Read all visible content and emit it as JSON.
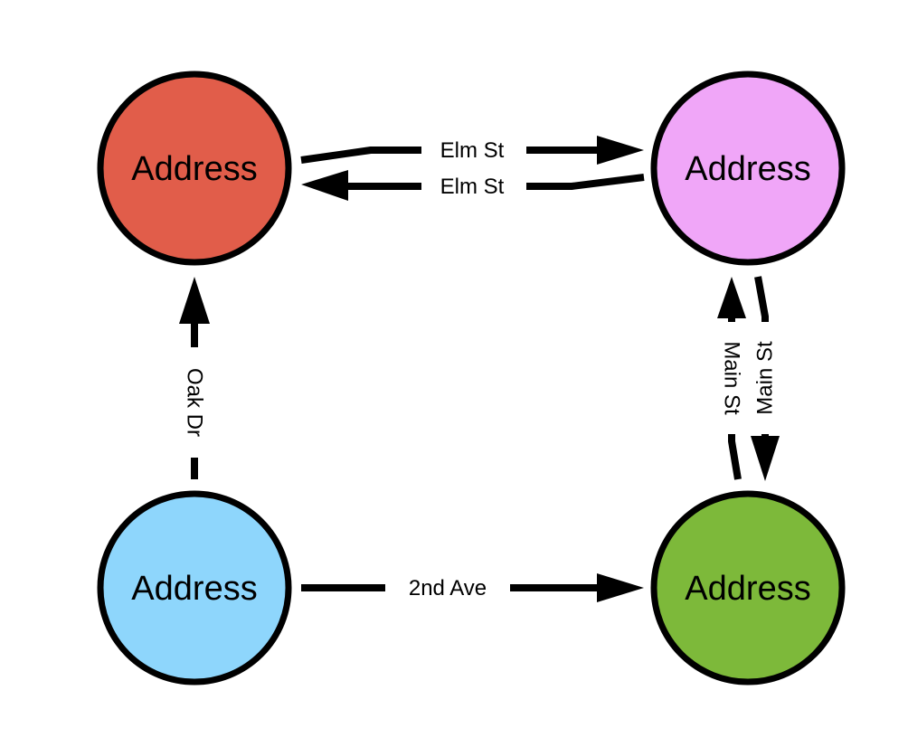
{
  "nodes": {
    "top_left": {
      "label": "Address",
      "color": "#e15d4a"
    },
    "top_right": {
      "label": "Address",
      "color": "#f0a6f8"
    },
    "bottom_left": {
      "label": "Address",
      "color": "#8ed6fc"
    },
    "bottom_right": {
      "label": "Address",
      "color": "#7db93a"
    }
  },
  "edges": {
    "elm_st_forward": {
      "label": "Elm St"
    },
    "elm_st_back": {
      "label": "Elm St"
    },
    "oak_dr": {
      "label": "Oak Dr"
    },
    "second_ave": {
      "label": "2nd Ave"
    },
    "main_st_up": {
      "label": "Main St"
    },
    "main_st_down": {
      "label": "Main St"
    }
  }
}
